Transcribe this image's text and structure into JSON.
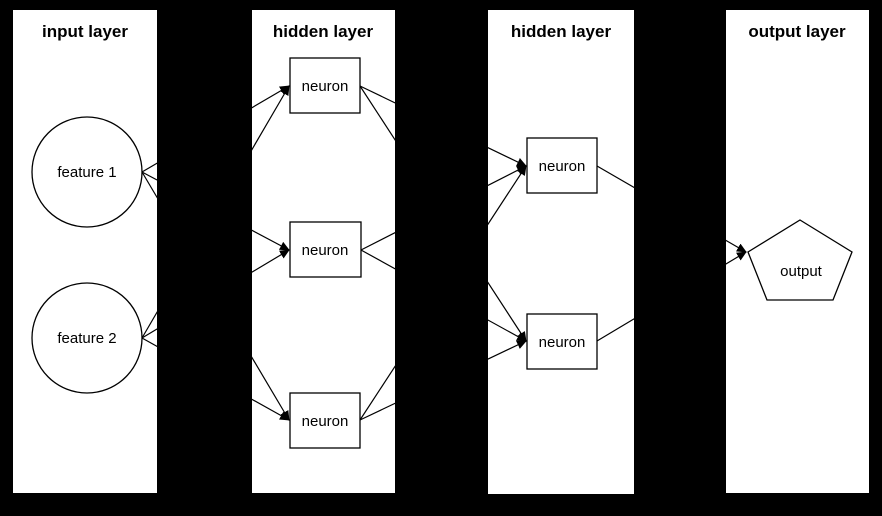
{
  "diagram_type": "neural-network",
  "colors": {
    "background": "#000000",
    "panel_fill": "#ffffff",
    "stroke": "#000000",
    "text": "#000000"
  },
  "layers": [
    {
      "title": "input layer",
      "nodes": [
        {
          "id": "feature1",
          "label": "feature 1",
          "shape": "circle"
        },
        {
          "id": "feature2",
          "label": "feature 2",
          "shape": "circle"
        }
      ]
    },
    {
      "title": "hidden layer",
      "nodes": [
        {
          "id": "h1-neuron1",
          "label": "neuron",
          "shape": "rectangle"
        },
        {
          "id": "h1-neuron2",
          "label": "neuron",
          "shape": "rectangle"
        },
        {
          "id": "h1-neuron3",
          "label": "neuron",
          "shape": "rectangle"
        }
      ]
    },
    {
      "title": "hidden layer",
      "nodes": [
        {
          "id": "h2-neuron1",
          "label": "neuron",
          "shape": "rectangle"
        },
        {
          "id": "h2-neuron2",
          "label": "neuron",
          "shape": "rectangle"
        }
      ]
    },
    {
      "title": "output layer",
      "nodes": [
        {
          "id": "output",
          "label": "output",
          "shape": "pentagon"
        }
      ]
    }
  ],
  "edges": [
    {
      "from": "feature1",
      "to": "h1-neuron1"
    },
    {
      "from": "feature1",
      "to": "h1-neuron2"
    },
    {
      "from": "feature1",
      "to": "h1-neuron3"
    },
    {
      "from": "feature2",
      "to": "h1-neuron1"
    },
    {
      "from": "feature2",
      "to": "h1-neuron2"
    },
    {
      "from": "feature2",
      "to": "h1-neuron3"
    },
    {
      "from": "h1-neuron1",
      "to": "h2-neuron1"
    },
    {
      "from": "h1-neuron1",
      "to": "h2-neuron2"
    },
    {
      "from": "h1-neuron2",
      "to": "h2-neuron1"
    },
    {
      "from": "h1-neuron2",
      "to": "h2-neuron2"
    },
    {
      "from": "h1-neuron3",
      "to": "h2-neuron1"
    },
    {
      "from": "h1-neuron3",
      "to": "h2-neuron2"
    },
    {
      "from": "h2-neuron1",
      "to": "output"
    },
    {
      "from": "h2-neuron2",
      "to": "output"
    }
  ]
}
